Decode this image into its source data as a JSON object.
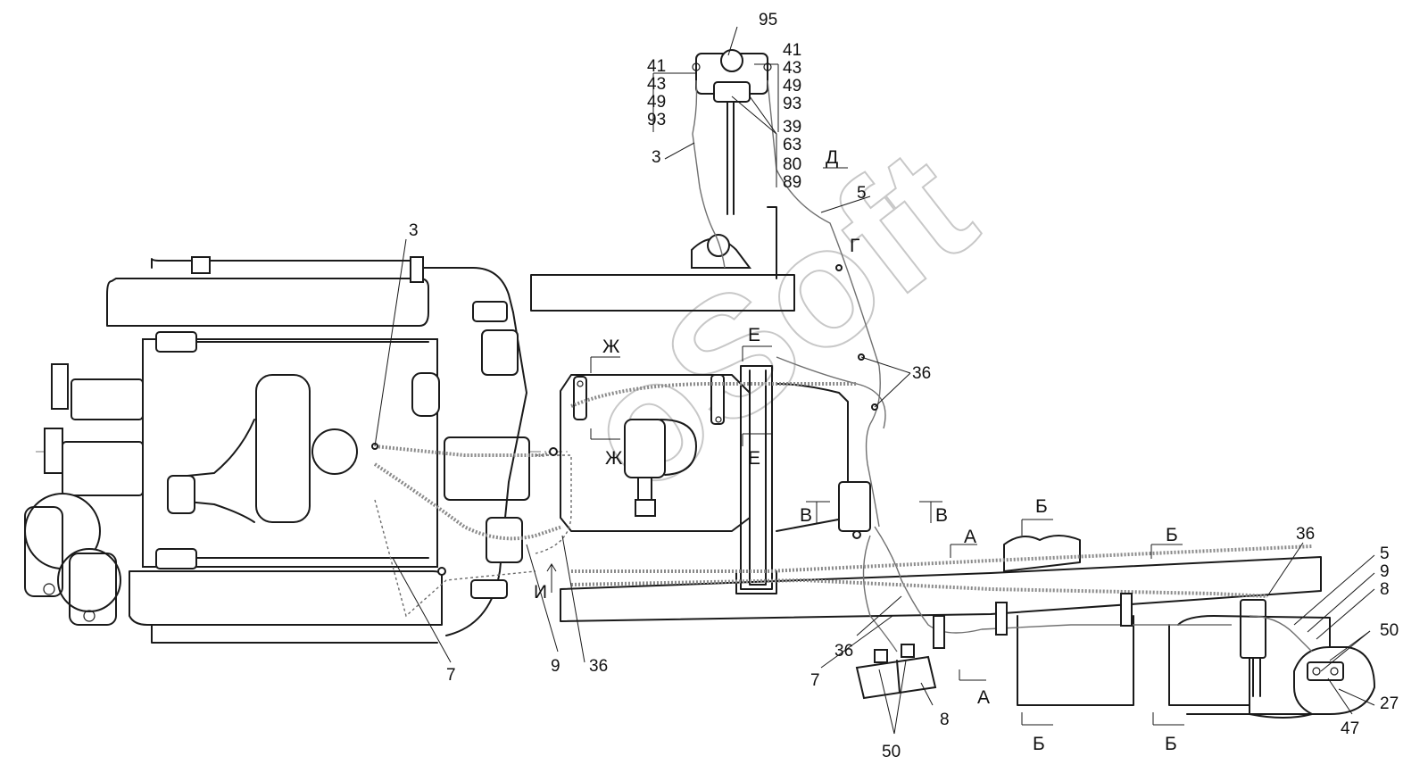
{
  "watermark": "oSoft",
  "callouts": {
    "c95": "95",
    "c41_left": "41",
    "c43_left": "43",
    "c49_left": "49",
    "c93_left": "93",
    "c41_right": "41",
    "c43_right": "43",
    "c49_right": "49",
    "c93_right": "93",
    "c39": "39",
    "c63": "63",
    "c80": "80",
    "c89": "89",
    "c3_top": "3",
    "c5_top": "5",
    "c3_mid": "3",
    "c36_mid": "36",
    "c7_left": "7",
    "c9_left": "9",
    "c36_low": "36",
    "c36_center": "36",
    "c7_center": "7",
    "c8_center": "8",
    "c50_center": "50",
    "c36_right": "36",
    "c5_right": "5",
    "c9_right": "9",
    "c8_right": "8",
    "c50_right": "50",
    "c27_right": "27",
    "c47_right": "47"
  },
  "sections": {
    "d": "Д",
    "g": "Г",
    "zh_top": "Ж",
    "zh_mid": "Ж",
    "e_top": "Е",
    "e_mid": "Е",
    "v_left": "В",
    "v_right": "В",
    "a_top": "А",
    "a_bottom": "А",
    "b_1": "Б",
    "b_2": "Б",
    "b_3": "Б",
    "b_4": "Б",
    "i": "И"
  }
}
